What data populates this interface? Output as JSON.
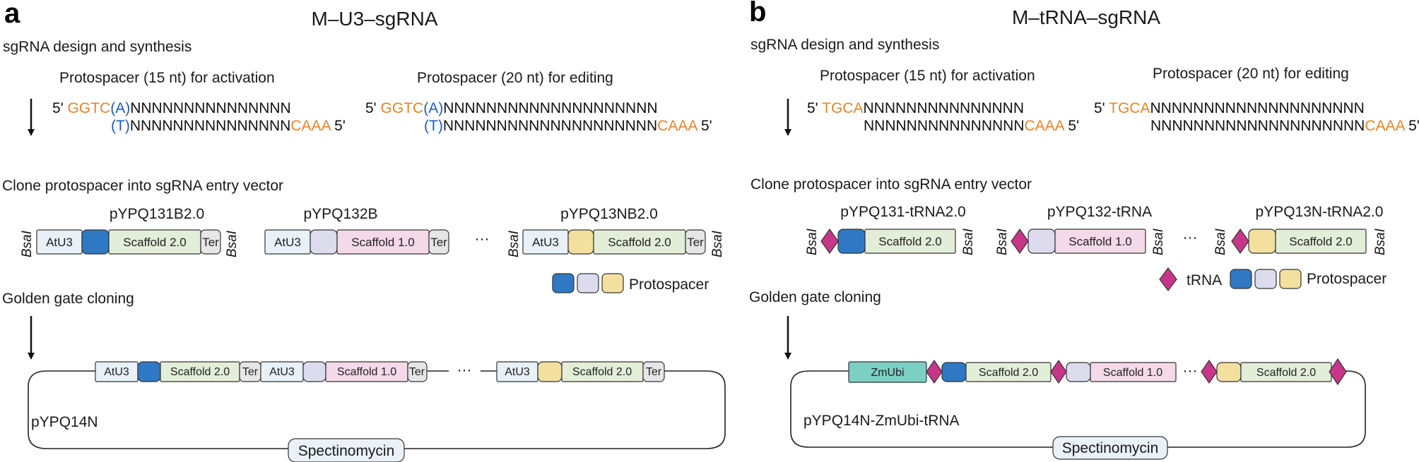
{
  "colors": {
    "promoter": "#e9f1f8",
    "proto_blue": "#2f79c4",
    "proto_lavender": "#dcdcee",
    "proto_yellow": "#f3df9e",
    "scaffold2": "#e3eed9",
    "scaffold1": "#f4d9e8",
    "ter": "#e6e6e6",
    "trna": "#c8368a",
    "zmubi": "#7ccfc3",
    "spectino": "#eaf1f8",
    "orange_text": "#e8832a",
    "blue_text": "#1f5bbd"
  },
  "panel_a": {
    "letter": "a",
    "title": "M–U3–sgRNA",
    "step1": "sgRNA design and synthesis",
    "activation_head": "Protospacer (15 nt) for activation",
    "editing_head": "Protospacer (20 nt) for editing",
    "act_top": {
      "prefix": "5' ",
      "overhang": "GGTC",
      "paren_open": "(",
      "base": "A",
      "paren_close": ")",
      "seq": "NNNNNNNNNNNNNNN"
    },
    "act_bot": {
      "paren_open": "(",
      "base": "T",
      "paren_close": ")",
      "seq": "NNNNNNNNNNNNNNN",
      "overhang": "CAAA",
      "suffix": " 5'"
    },
    "edit_top": {
      "prefix": "5' ",
      "overhang": "GGTC",
      "paren_open": "(",
      "base": "A",
      "paren_close": ")",
      "seq": "NNNNNNNNNNNNNNNNNNNN"
    },
    "edit_bot": {
      "paren_open": "(",
      "base": "T",
      "paren_close": ")",
      "seq": "NNNNNNNNNNNNNNNNNNNN",
      "overhang": "CAAA",
      "suffix": " 5'"
    },
    "step2": "Clone protospacer into sgRNA entry vector",
    "vectors": [
      "pYPQ131B2.0",
      "pYPQ132B",
      "pYPQ13NB2.0"
    ],
    "bsai": "BsaI",
    "atu3": "AtU3",
    "scaffold2": "Scaffold 2.0",
    "scaffold1": "Scaffold 1.0",
    "ter": "Ter",
    "ellipsis": "···",
    "protospacer_legend": "Protospacer",
    "step3": "Golden gate cloning",
    "plasmid": "pYPQ14N",
    "spectinomycin": "Spectinomycin"
  },
  "panel_b": {
    "letter": "b",
    "title": "M–tRNA–sgRNA",
    "step1": "sgRNA design and synthesis",
    "activation_head": "Protospacer (15 nt) for activation",
    "editing_head": "Protospacer (20 nt) for editing",
    "act_top": {
      "prefix": "5' ",
      "overhang": "TGCA",
      "seq": "NNNNNNNNNNNNNNN"
    },
    "act_bot": {
      "seq": "NNNNNNNNNNNNNNN",
      "overhang": "CAAA",
      "suffix": " 5'"
    },
    "edit_top": {
      "prefix": "5' ",
      "overhang": "TGCA",
      "seq": "NNNNNNNNNNNNNNNNNNNN"
    },
    "edit_bot": {
      "seq": "NNNNNNNNNNNNNNNNNNNN",
      "overhang": "CAAA",
      "suffix": " 5'"
    },
    "step2": "Clone protospacer into sgRNA entry vector",
    "vectors": [
      "pYPQ131-tRNA2.0",
      "pYPQ132-tRNA",
      "pYPQ13N-tRNA2.0"
    ],
    "bsai": "BsaI",
    "scaffold2": "Scaffold 2.0",
    "scaffold1": "Scaffold 1.0",
    "ellipsis": "···",
    "trna_legend": "tRNA",
    "protospacer_legend": "Protospacer",
    "step3": "Golden gate cloning",
    "zmubi": "ZmUbi",
    "plasmid": "pYPQ14N-ZmUbi-tRNA",
    "spectinomycin": "Spectinomycin"
  }
}
